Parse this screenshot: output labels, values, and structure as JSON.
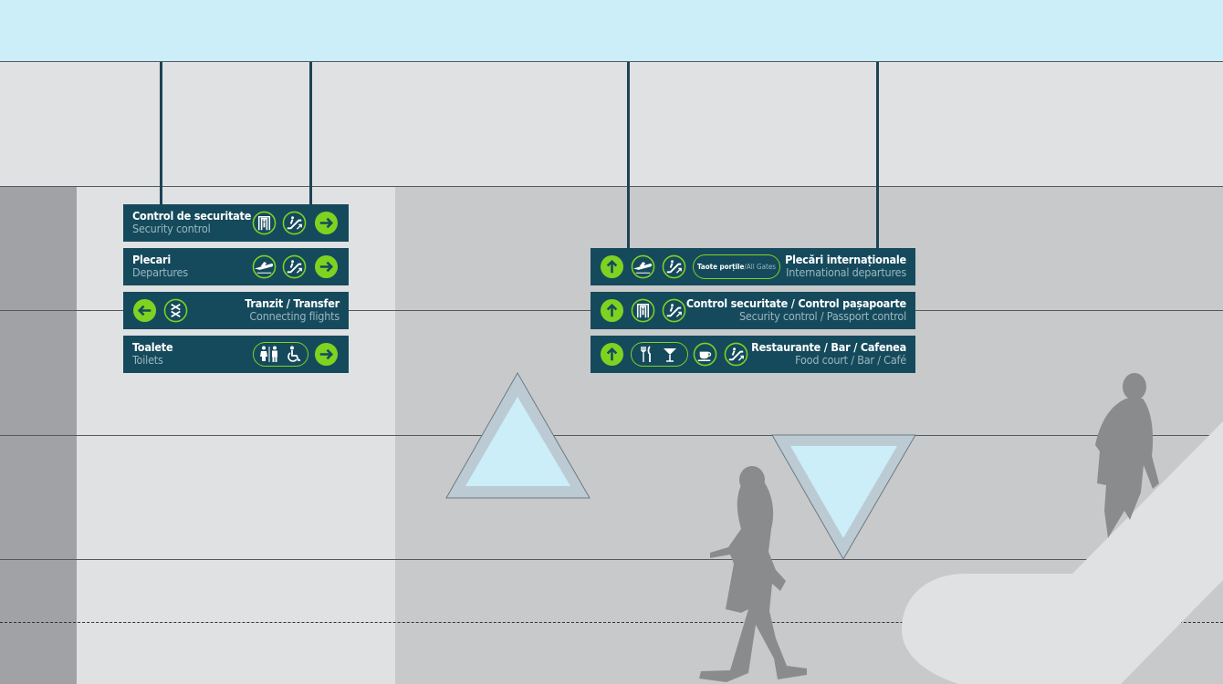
{
  "colors": {
    "sign_bg": "#154a5c",
    "accent_green": "#7ed321",
    "secondary_text": "#9ab7c0",
    "sky": "#cbeef9",
    "wall": "#dfe1e3",
    "wall_dark": "#c8c9cb",
    "pillar": "#a0a2a6",
    "silhouette": "#8a8b8d"
  },
  "left_signs": [
    {
      "primary": "Control de securitate",
      "secondary": "Security control",
      "icons": [
        "security-gate-icon",
        "escalator-up-icon",
        "arrow-right-icon"
      ]
    },
    {
      "primary": "Plecari",
      "secondary": "Departures",
      "icons": [
        "plane-departure-icon",
        "escalator-up-icon",
        "arrow-right-icon"
      ]
    },
    {
      "primary": "Tranzit / Transfer",
      "secondary": "Connecting flights",
      "icons": [
        "arrow-left-icon",
        "transfer-icon"
      ]
    },
    {
      "primary": "Toalete",
      "secondary": "Toilets",
      "icons": [
        "toilets-icon",
        "wheelchair-icon",
        "arrow-right-icon"
      ]
    }
  ],
  "right_signs": [
    {
      "primary": "Plecări internaționale",
      "secondary": "International departures",
      "gates_pill": {
        "primary": "Taote porțile",
        "separator": "/",
        "secondary": "All Gates"
      },
      "icons": [
        "arrow-up-icon",
        "plane-departure-icon",
        "escalator-up-icon"
      ]
    },
    {
      "primary": "Control securitate / Control pașapoarte",
      "secondary": "Security control / Passport control",
      "icons": [
        "arrow-up-icon",
        "security-gate-icon",
        "escalator-up-icon"
      ]
    },
    {
      "primary": "Restaurante / Bar / Cafenea",
      "secondary": "Food court / Bar / Café",
      "icons": [
        "arrow-up-icon",
        "cutlery-icon",
        "cocktail-icon",
        "coffee-icon",
        "escalator-up-icon"
      ]
    }
  ]
}
